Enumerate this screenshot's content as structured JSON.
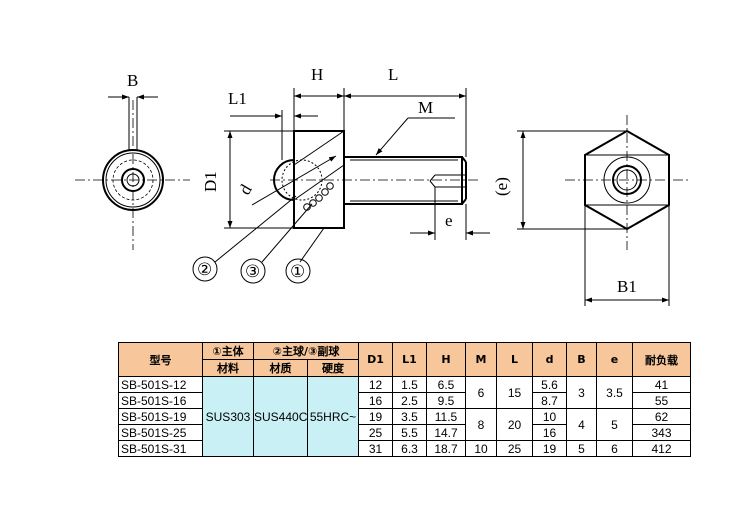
{
  "drawing": {
    "dim_B": "B",
    "dim_H": "H",
    "dim_L": "L",
    "dim_L1": "L1",
    "dim_M": "M",
    "dim_D1": "D1",
    "dim_d": "d",
    "dim_e": "e",
    "dim_e_paren": "(e)",
    "dim_B1": "B1",
    "callout_1": "①",
    "callout_2": "②",
    "callout_3": "③"
  },
  "table": {
    "header_model": "型号",
    "header_body": "①主体",
    "header_ball": "②主球/③副球",
    "header_material": "材料",
    "header_quality": "材质",
    "header_hardness": "硬度",
    "header_D1": "D1",
    "header_L1": "L1",
    "header_H": "H",
    "header_M": "M",
    "header_L": "L",
    "header_d": "d",
    "header_B": "B",
    "header_e": "e",
    "header_load": "耐负载",
    "material": "SUS303",
    "ball_material": "SUS440C",
    "hardness": "55HRC~",
    "M_group1": "6",
    "M_group2": "8",
    "M_last": "10",
    "L_group1": "15",
    "L_group2": "20",
    "L_last": "25",
    "B_group1": "3",
    "B_group2": "4",
    "B_last": "5",
    "e_group1": "3.5",
    "e_group2": "5",
    "e_last": "6",
    "rows": [
      {
        "model": "SB-501S-12",
        "D1": "12",
        "L1": "1.5",
        "H": "6.5",
        "d": "5.6",
        "load": "41"
      },
      {
        "model": "SB-501S-16",
        "D1": "16",
        "L1": "2.5",
        "H": "9.5",
        "d": "8.7",
        "load": "55"
      },
      {
        "model": "SB-501S-19",
        "D1": "19",
        "L1": "3.5",
        "H": "11.5",
        "d": "10",
        "load": "62"
      },
      {
        "model": "SB-501S-25",
        "D1": "25",
        "L1": "5.5",
        "H": "14.7",
        "d": "16",
        "load": "343"
      },
      {
        "model": "SB-501S-31",
        "D1": "31",
        "L1": "6.3",
        "H": "18.7",
        "d": "19",
        "load": "412"
      }
    ]
  }
}
